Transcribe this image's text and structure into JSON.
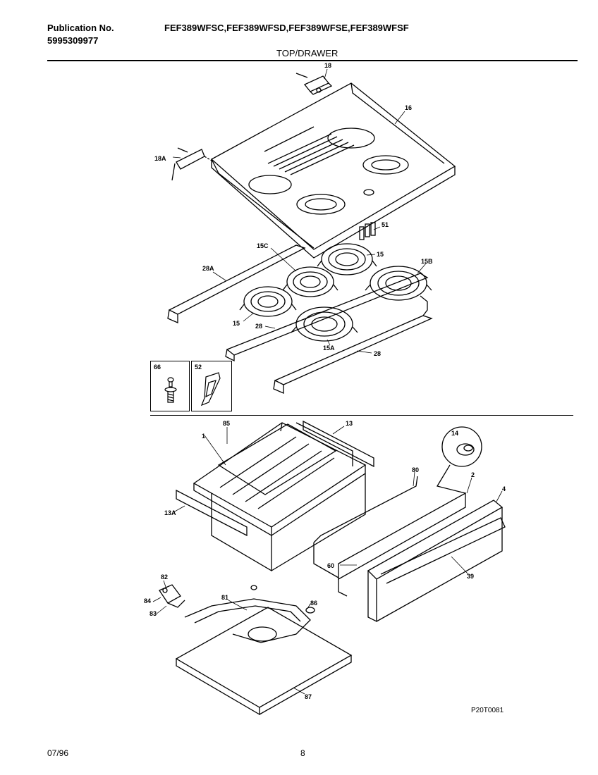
{
  "header": {
    "publication_label": "Publication No.",
    "publication_number": "5995309977",
    "models": "FEF389WFSC,FEF389WFSD,FEF389WFSE,FEF389WFSF",
    "section_title": "TOP/DRAWER"
  },
  "callouts": {
    "c18": "18",
    "c16": "16",
    "c18A": "18A",
    "c51": "51",
    "c15C": "15C",
    "c15_top": "15",
    "c15B": "15B",
    "c28A": "28A",
    "c15_left": "15",
    "c28_left": "28",
    "c15A": "15A",
    "c28_right": "28",
    "c66": "66",
    "c52": "52",
    "c85": "85",
    "c13": "13",
    "c1": "1",
    "c14": "14",
    "c80": "80",
    "c2": "2",
    "c4": "4",
    "c13A": "13A",
    "c60": "60",
    "c39": "39",
    "c82": "82",
    "c84": "84",
    "c83": "83",
    "c81": "81",
    "c86": "86",
    "c87": "87"
  },
  "figure_code": "P20T0081",
  "footer": {
    "date": "07/96",
    "page": "8"
  }
}
